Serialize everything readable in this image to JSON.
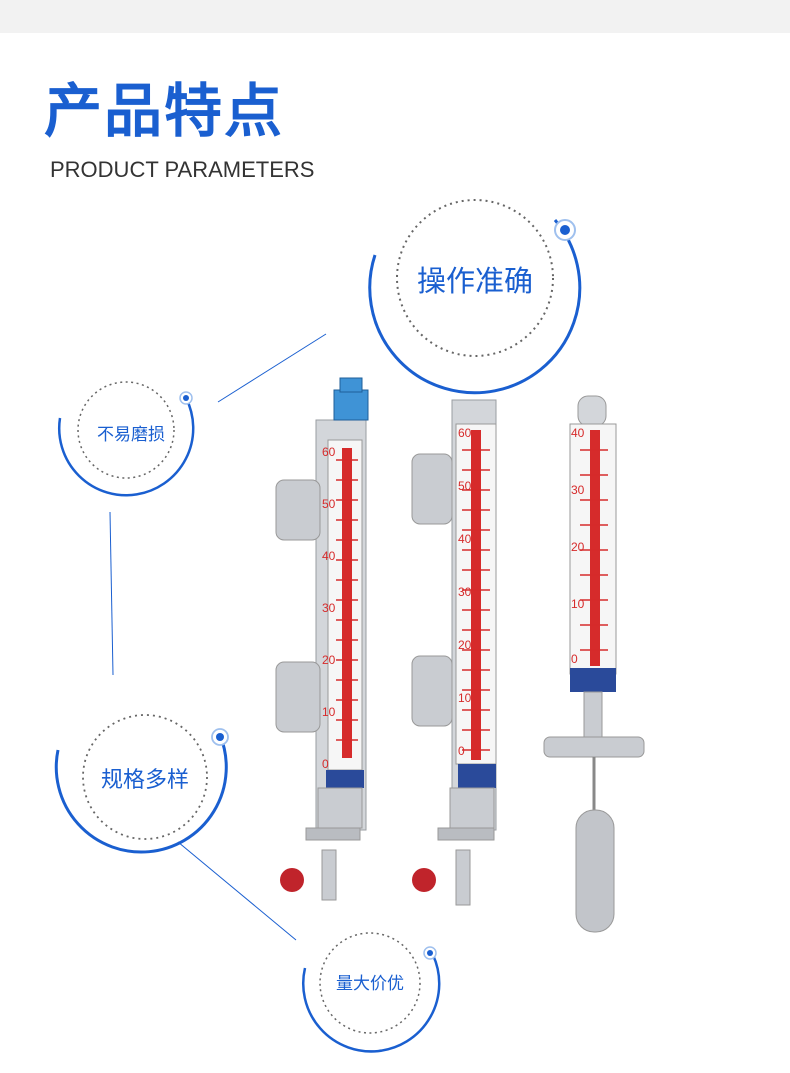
{
  "header": {
    "title": "产品特点",
    "subtitle": "PRODUCT PARAMETERS"
  },
  "features": [
    {
      "label": "操作准确"
    },
    {
      "label": "不易磨损"
    },
    {
      "label": "规格多样"
    },
    {
      "label": "量大价优"
    }
  ],
  "gauges": [
    {
      "scale": [
        "60",
        "50",
        "40",
        "30",
        "20",
        "10",
        "0"
      ]
    },
    {
      "scale": [
        "60",
        "50",
        "40",
        "30",
        "20",
        "10",
        "0"
      ]
    },
    {
      "scale": [
        "40",
        "30",
        "20",
        "10",
        "0"
      ]
    }
  ],
  "colors": {
    "accent": "#1a5fd0",
    "scale_red": "#d62b2b",
    "steel": "#c9ccd1"
  }
}
